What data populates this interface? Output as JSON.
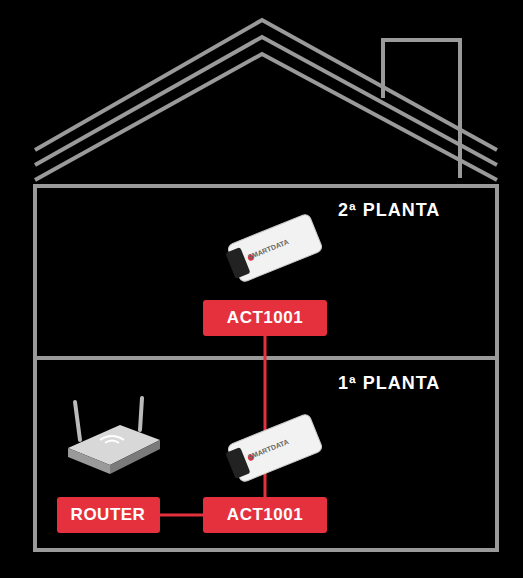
{
  "diagram": {
    "nodes": [
      {
        "text": [
          "ACT1001"
        ]
      },
      {
        "text": [
          "ROUTER"
        ]
      },
      {
        "text": [
          "ACT1001"
        ]
      }
    ],
    "edges": [
      {
        "from": 0,
        "to": 2,
        "arrow": "none"
      },
      {
        "from": 1,
        "to": 2,
        "arrow": "none"
      }
    ],
    "labels": [
      "2ª PLANTA",
      "1ª PLANTA",
      "SMARTDATA",
      "SMARTDATA"
    ]
  }
}
